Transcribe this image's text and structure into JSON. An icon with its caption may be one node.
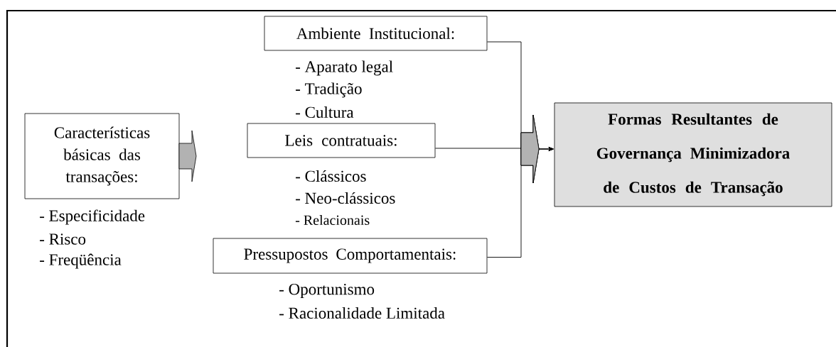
{
  "diagram": {
    "nodes": [
      {
        "text": [
          "Características básicas das transações:"
        ],
        "beside": [
          "- Especificidade",
          "- Risco",
          "- Freqüência"
        ]
      },
      {
        "text": [
          "Ambiente Institucional:"
        ],
        "beside": [
          "- Aparato legal",
          "- Tradição",
          "- Cultura"
        ]
      },
      {
        "text": [
          "Leis contratuais:"
        ],
        "beside": [
          "- Clássicos",
          "- Neo-clássicos",
          "- Relacionais"
        ]
      },
      {
        "text": [
          "Pressupostos Comportamentais:"
        ],
        "beside": [
          "- Oportunismo",
          "- Racionalidade Limitada"
        ]
      },
      {
        "text": [
          "Formas Resultantes de Governança Minimizadora de Custos de Transação"
        ]
      }
    ],
    "edges": [
      {
        "from": 0,
        "to": null,
        "arrow": "to"
      },
      {
        "from": 1,
        "to": 4,
        "arrow": "to"
      },
      {
        "from": 2,
        "to": 4,
        "arrow": "to"
      },
      {
        "from": 3,
        "to": 4,
        "arrow": "to"
      }
    ]
  }
}
